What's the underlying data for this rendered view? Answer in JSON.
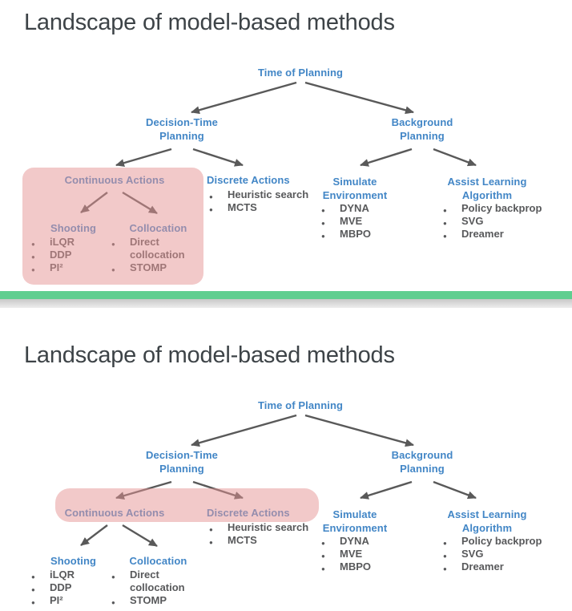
{
  "slides": {
    "first": {
      "title": "Landscape of model-based methods"
    },
    "second": {
      "title": "Landscape of model-based methods"
    }
  },
  "player": {
    "progress_percent": 100
  },
  "colors": {
    "heading_blue": "#4286c6",
    "body_gray": "#58595b",
    "arrow_gray": "#595959",
    "title_gray": "#3d4347",
    "highlight_pink": "rgba(229,147,147,0.5)",
    "progress_green": "#60ce90"
  },
  "tree": {
    "root": {
      "label": "Time of Planning"
    },
    "decision_time": {
      "line1": "Decision-Time",
      "line2": "Planning"
    },
    "background": {
      "line1": "Background",
      "line2": "Planning"
    },
    "continuous": {
      "label": "Continuous Actions"
    },
    "discrete": {
      "label": "Discrete Actions",
      "items": [
        "Heuristic search",
        "MCTS"
      ]
    },
    "shooting": {
      "label": "Shooting",
      "items": [
        "iLQR",
        "DDP",
        "PI²"
      ]
    },
    "collocation": {
      "label": "Collocation",
      "items": [
        "Direct collocation",
        "STOMP"
      ]
    },
    "simulate": {
      "line1": "Simulate",
      "line2": "Environment",
      "items": [
        "DYNA",
        "MVE",
        "MBPO"
      ]
    },
    "assist": {
      "line1": "Assist Learning",
      "line2": "Algorithm",
      "items": [
        "Policy backprop",
        "SVG",
        "Dreamer"
      ]
    }
  }
}
